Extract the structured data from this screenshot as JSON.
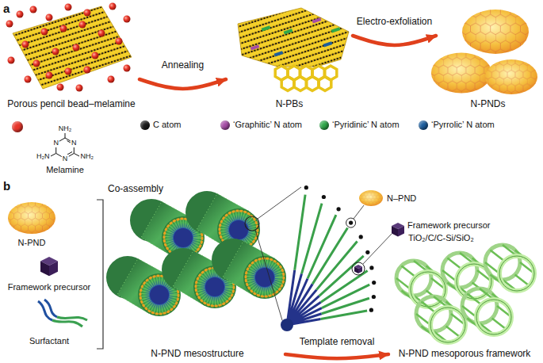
{
  "diagram": {
    "nodes": [
      {
        "text": [
          "Porous pencil bead–melamine"
        ]
      },
      {
        "text": [
          "N-PBs"
        ]
      },
      {
        "text": [
          "N-PNDs"
        ]
      },
      {
        "text": [
          "N-PND mesostructure"
        ]
      },
      {
        "text": [
          "N-PND mesoporous framework"
        ]
      }
    ],
    "edges": [
      {
        "from": 0,
        "to": 1,
        "label": "Annealing",
        "arrow": "to"
      },
      {
        "from": 1,
        "to": 2,
        "label": "Electro-exfoliation",
        "arrow": "to"
      },
      {
        "from": 3,
        "to": 4,
        "label": "Template removal",
        "arrow": "to"
      }
    ],
    "labels": [
      "a",
      "b",
      "NH₂",
      "N",
      "N",
      "H₂N",
      "N",
      "NH₂",
      "Co-assembly",
      "N-PND",
      "Framework precursor",
      "Surfactant",
      "N–PND",
      "Framework precursor",
      "TiO₂/C/C-Si/SiO₂"
    ],
    "legend": [
      {
        "text": "Melamine",
        "color": "#e8352a"
      },
      {
        "text": "C atom",
        "color": "#1c1c1c"
      },
      {
        "text": "‘Graphitic’ N atom",
        "color": "#a64ca6"
      },
      {
        "text": "‘Pyridinic’ N atom",
        "color": "#2fa84a"
      },
      {
        "text": "‘Pyrrolic’ N atom",
        "color": "#1d5e9e"
      }
    ]
  }
}
